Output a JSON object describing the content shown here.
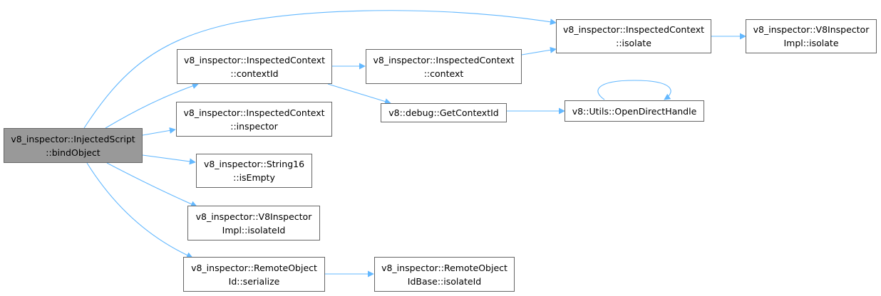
{
  "colors": {
    "edge": "#63b8ff",
    "root_fill": "#999999",
    "node_border": "#666666"
  },
  "nodes": {
    "root": {
      "line1": "v8_inspector::InjectedScript",
      "line2": "::bindObject"
    },
    "ctx_isolate": {
      "line1": "v8_inspector::InspectedContext",
      "line2": "::isolate"
    },
    "impl_isolate": {
      "line1": "v8_inspector::V8Inspector",
      "line2": "Impl::isolate"
    },
    "ctx_contextid": {
      "line1": "v8_inspector::InspectedContext",
      "line2": "::contextId"
    },
    "ctx_context": {
      "line1": "v8_inspector::InspectedContext",
      "line2": "::context"
    },
    "get_contextid": {
      "line1": "v8::debug::GetContextId"
    },
    "open_direct": {
      "line1": "v8::Utils::OpenDirectHandle"
    },
    "ctx_inspector": {
      "line1": "v8_inspector::InspectedContext",
      "line2": "::inspector"
    },
    "string16_isempty": {
      "line1": "v8_inspector::String16",
      "line2": "::isEmpty"
    },
    "impl_isolateid": {
      "line1": "v8_inspector::V8Inspector",
      "line2": "Impl::isolateId"
    },
    "remote_serialize": {
      "line1": "v8_inspector::RemoteObject",
      "line2": "Id::serialize"
    },
    "remote_base_isolateid": {
      "line1": "v8_inspector::RemoteObject",
      "line2": "IdBase::isolateId"
    }
  }
}
